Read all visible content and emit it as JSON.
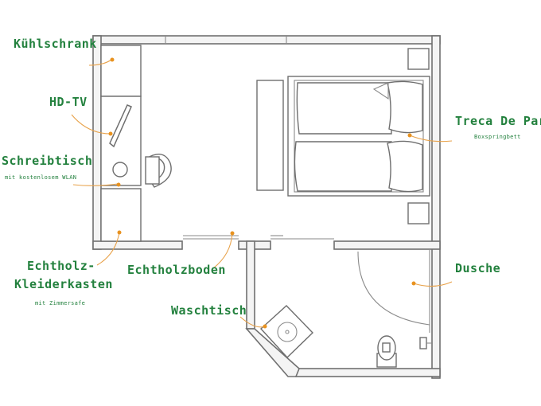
{
  "labels": {
    "fridge": "Kühlschrank",
    "tv": "HD-TV",
    "desk": "Schreibtisch",
    "desk_sub": "mit kostenlosem WLAN",
    "wardrobe_line1": "Echtholz-",
    "wardrobe_line2": "Kleiderkasten",
    "wardrobe_sub": "mit Zimmersafe",
    "floor": "Echtholzboden",
    "sink": "Waschtisch",
    "bed": "Treca De Paris",
    "bed_sub": "Boxspringbett",
    "shower": "Dusche"
  },
  "colors": {
    "label": "#23813e",
    "leader": "#e8a24a",
    "wall": "#707070"
  }
}
